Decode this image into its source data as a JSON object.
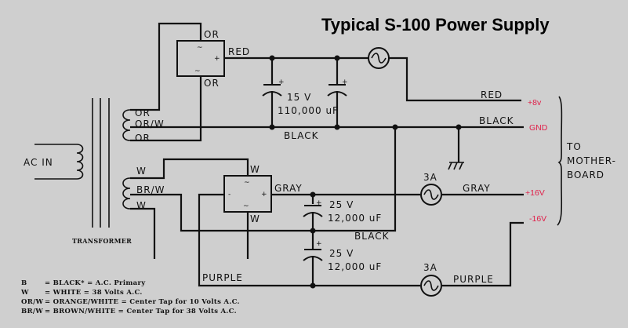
{
  "title": "Typical S-100 Power Supply",
  "transformer": {
    "label": "TRANSFORMER",
    "primary_label": "AC IN",
    "secondary_upper_taps": [
      "OR",
      "OR/W",
      "OR"
    ],
    "secondary_lower_taps": [
      "W",
      "BR/W",
      "W"
    ]
  },
  "rectifier_upper": {
    "input_labels": [
      "OR",
      "OR"
    ],
    "output_label": "RED",
    "symbols": {
      "ac": "~",
      "plus": "+"
    }
  },
  "rectifier_lower": {
    "input_labels": [
      "W",
      "W"
    ],
    "output_label": "GRAY",
    "symbols": {
      "ac": "~",
      "plus": "+",
      "minus": "-"
    }
  },
  "capacitors": {
    "upper": {
      "voltage": "15 V",
      "capacitance": "110,000 uF",
      "polarity": "+"
    },
    "lower_a": {
      "voltage": "25 V",
      "capacitance": "12,000 uF",
      "polarity": "+"
    },
    "lower_b": {
      "voltage": "25 V",
      "capacitance": "12,000 uF",
      "polarity": "+"
    }
  },
  "wires": {
    "black_upper": "BLACK",
    "black_lower": "BLACK",
    "purple_left": "PURPLE"
  },
  "fuses": {
    "gray": "3A",
    "purple": "3A"
  },
  "outputs": [
    {
      "wire": "RED",
      "voltage": "+8v"
    },
    {
      "wire": "BLACK",
      "voltage": "GND"
    },
    {
      "wire": "GRAY",
      "voltage": "+16V"
    },
    {
      "wire": "PURPLE",
      "voltage": "-16V"
    }
  ],
  "destination": {
    "line1": "TO",
    "line2": "MOTHER-",
    "line3": "BOARD"
  },
  "legend": [
    {
      "code": "B",
      "text": "= BLACK* = A.C. Primary"
    },
    {
      "code": "W",
      "text": "= WHITE  = 38 Volts A.C."
    },
    {
      "code": "OR/W",
      "text": "= ORANGE/WHITE = Center Tap for 10 Volts A.C."
    },
    {
      "code": "BR/W",
      "text": "= BROWN/WHITE  = Center Tap for 38 Volts A.C."
    }
  ],
  "colors": {
    "background": "#cfcfcf",
    "ink": "#111111",
    "voltage_label": "#e0204a"
  }
}
